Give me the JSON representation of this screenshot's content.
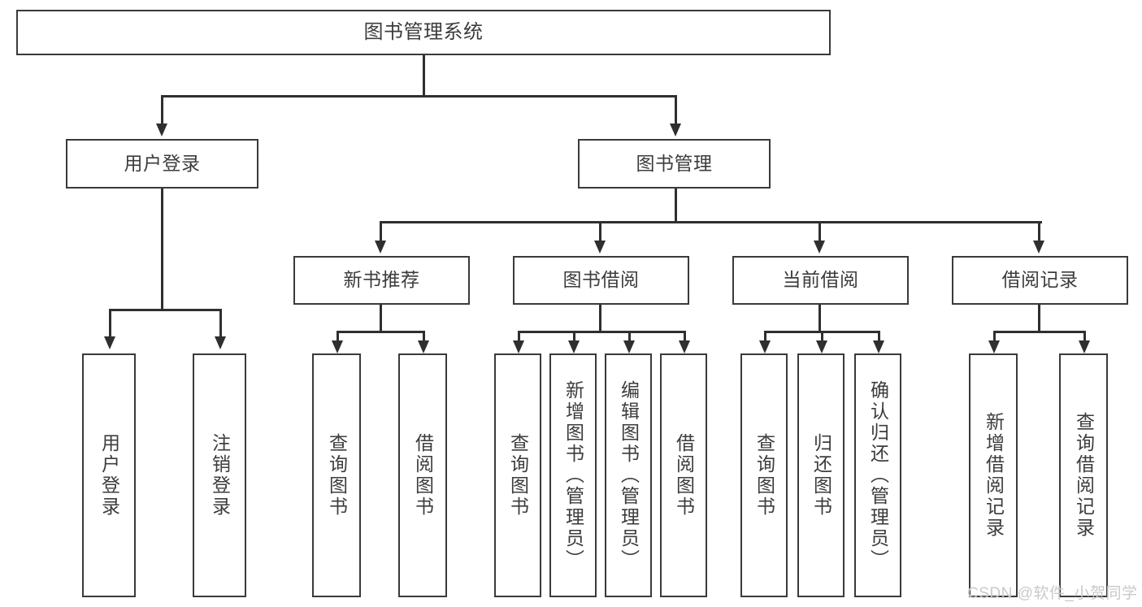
{
  "diagram": {
    "title": "图书管理系统",
    "type": "tree-hierarchy-diagram",
    "root": {
      "id": "root",
      "label": "图书管理系统"
    },
    "level2": [
      {
        "id": "user-login",
        "label": "用户登录"
      },
      {
        "id": "book-management",
        "label": "图书管理"
      }
    ],
    "level3": [
      {
        "id": "new-book-recommend",
        "label": "新书推荐"
      },
      {
        "id": "book-borrow",
        "label": "图书借阅"
      },
      {
        "id": "current-borrow",
        "label": "当前借阅"
      },
      {
        "id": "borrow-record",
        "label": "借阅记录"
      }
    ],
    "leaves": {
      "user_login": [
        {
          "id": "leaf-user-login",
          "label": "用户登录"
        },
        {
          "id": "leaf-logout-login",
          "label": "注销登录"
        }
      ],
      "new_book_recommend": [
        {
          "id": "leaf-query-book-1",
          "label": "查询图书"
        },
        {
          "id": "leaf-borrow-book-1",
          "label": "借阅图书"
        }
      ],
      "book_borrow": [
        {
          "id": "leaf-query-book-2",
          "label": "查询图书"
        },
        {
          "id": "leaf-add-book",
          "label": "新增图书（管理员）"
        },
        {
          "id": "leaf-edit-book",
          "label": "编辑图书（管理员）"
        },
        {
          "id": "leaf-borrow-book-2",
          "label": "借阅图书"
        }
      ],
      "current_borrow": [
        {
          "id": "leaf-query-book-3",
          "label": "查询图书"
        },
        {
          "id": "leaf-return-book",
          "label": "归还图书"
        },
        {
          "id": "leaf-confirm-return",
          "label": "确认归还（管理员）"
        }
      ],
      "borrow_record": [
        {
          "id": "leaf-add-record",
          "label": "新增借阅记录"
        },
        {
          "id": "leaf-query-record",
          "label": "查询借阅记录"
        }
      ]
    }
  },
  "watermark": {
    "text": "CSDN @软件_小贺同学"
  },
  "colors": {
    "border": "#3a3a3a",
    "line": "#2f2f2f",
    "text": "#3c3c3c",
    "background": "#ffffff",
    "watermark": "#c9c9c9"
  }
}
